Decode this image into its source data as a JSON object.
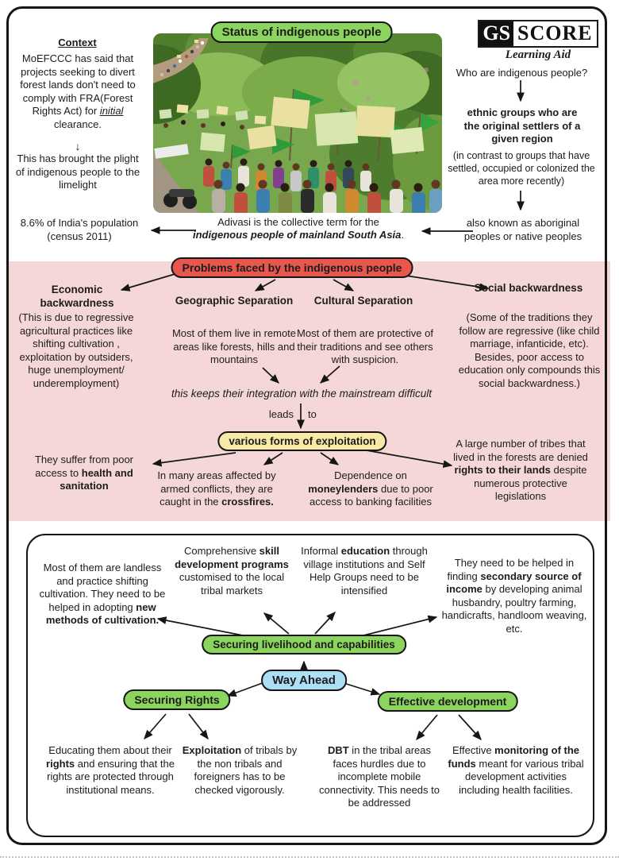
{
  "title_badge": "Status of indigenous people",
  "logo": {
    "gs": "GS",
    "score": "SCORE",
    "tagline": "Learning Aid"
  },
  "context": {
    "heading": "Context",
    "body": [
      {
        "t": "MoEFCCC has said that projects seeking to divert forest lands don't need to comply with FRA(Forest Rights Act) for "
      },
      {
        "t": "initial",
        "s": "iu"
      },
      {
        "t": " clearance."
      }
    ],
    "down_arrow": "↓",
    "body2": "This has brought the plight of indigenous people to the limelight",
    "stat": "8.6% of India's population (census 2011)"
  },
  "caption": {
    "line1": "Adivasi is the collective term for the",
    "line2": [
      {
        "t": "indigenous people of mainland South Asia",
        "s": "bi"
      },
      {
        "t": "."
      }
    ]
  },
  "who": {
    "question": "Who are indigenous people?",
    "definition": "ethnic groups who are the original settlers of a given region",
    "contrast": "(in contrast to groups that have settled, occupied or colonized the area more recently)",
    "aka": "also known as aboriginal peoples or native peoples"
  },
  "problems": {
    "badge": "Problems faced by the indigenous people",
    "columns": [
      {
        "title": "Economic backwardness",
        "body": "(This is due to regressive agricultural practices like shifting cultivation , exploitation by outsiders, huge unemployment/ underemployment)"
      },
      {
        "title": "Geographic Separation",
        "body": "Most of them live in remote areas like forests, hills and mountains"
      },
      {
        "title": "Cultural Separation",
        "body": "Most of them are protective of their traditions and see others with suspicion."
      },
      {
        "title": "Social backwardness",
        "body": "(Some of the traditions they follow are regressive (like child marriage, infanticide, etc). Besides, poor access to education only compounds this social backwardness.)"
      }
    ],
    "integration_note": "this keeps their integration with the mainstream difficult",
    "leads": "leads",
    "to": "to",
    "exploitation_badge": "various forms of exploitation",
    "exploitation_items": [
      [
        {
          "t": "They suffer from poor access to "
        },
        {
          "t": "health and sanitation",
          "s": "b"
        }
      ],
      [
        {
          "t": "In many areas affected by armed conflicts, they are caught in the "
        },
        {
          "t": "crossfires.",
          "s": "b"
        }
      ],
      [
        {
          "t": "Dependence on "
        },
        {
          "t": "moneylenders",
          "s": "b"
        },
        {
          "t": " due to poor access to banking facilities"
        }
      ],
      [
        {
          "t": "A large number of tribes that lived in the forests are denied "
        },
        {
          "t": "rights to their lands",
          "s": "b"
        },
        {
          "t": " despite numerous protective legislations"
        }
      ]
    ]
  },
  "way_ahead": {
    "badge": "Way Ahead",
    "livelihood_badge": "Securing livelihood and capabilities",
    "livelihood_items": [
      [
        {
          "t": "Most of them are landless and practice shifting cultivation. They need to be helped in adopting "
        },
        {
          "t": "new methods of cultivation.",
          "s": "b"
        }
      ],
      [
        {
          "t": "Comprehensive "
        },
        {
          "t": "skill development programs",
          "s": "b"
        },
        {
          "t": " customised to the local tribal markets"
        }
      ],
      [
        {
          "t": "Informal "
        },
        {
          "t": "education",
          "s": "b"
        },
        {
          "t": " through village institutions and Self Help Groups need to be intensified"
        }
      ],
      [
        {
          "t": "They need to be helped in finding "
        },
        {
          "t": "secondary source of income",
          "s": "b"
        },
        {
          "t": " by developing animal husbandry, poultry farming, handicrafts, handloom weaving, etc."
        }
      ]
    ],
    "rights_badge": "Securing Rights",
    "rights_items": [
      [
        {
          "t": "Educating them about their "
        },
        {
          "t": "rights",
          "s": "b"
        },
        {
          "t": " and ensuring that the rights are protected through institutional means."
        }
      ],
      [
        {
          "t": "Exploitation",
          "s": "b"
        },
        {
          "t": " of tribals by the non tribals and foreigners has to be checked vigorously."
        }
      ]
    ],
    "development_badge": "Effective development",
    "development_items": [
      [
        {
          "t": "DBT",
          "s": "b"
        },
        {
          "t": " in the tribal areas faces hurdles due to incomplete mobile connectivity. This needs to be addressed"
        }
      ],
      [
        {
          "t": "Effective "
        },
        {
          "t": "monitoring of the funds",
          "s": "b"
        },
        {
          "t": " meant for various tribal development activities including health facilities."
        }
      ]
    ]
  },
  "colors": {
    "badge_green": "#8bd55e",
    "badge_red": "#e8574d",
    "badge_yellow": "#f8e9a6",
    "badge_blue": "#acdff5",
    "band_pink": "#f6d7d7",
    "border_black": "#161616"
  }
}
